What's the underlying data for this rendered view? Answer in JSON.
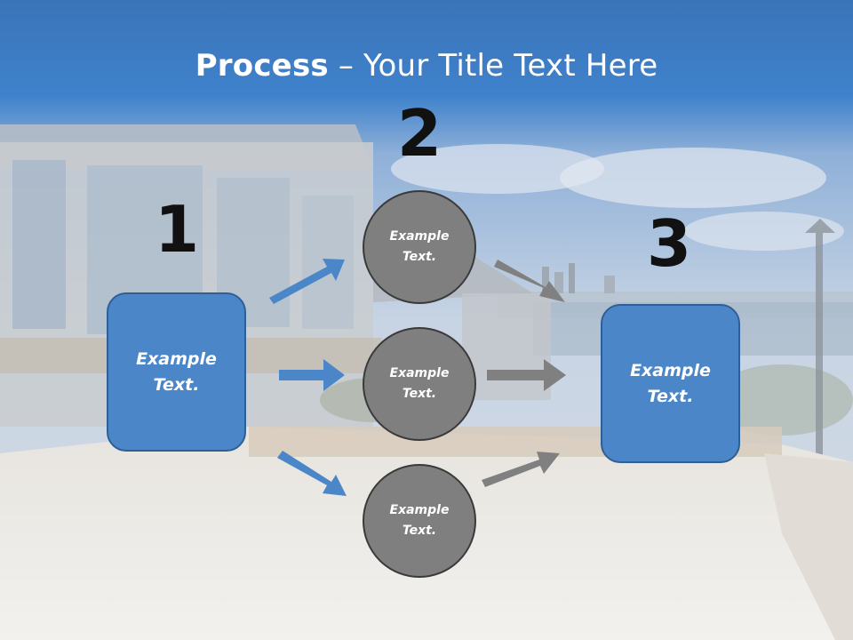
{
  "title": {
    "bold": "Process",
    "rest": " – Your Title Text Here"
  },
  "steps": [
    {
      "number": "1",
      "label": "Example\nText."
    },
    {
      "number": "2",
      "labels": [
        "Example\nText.",
        "Example\nText.",
        "Example\nText."
      ]
    },
    {
      "number": "3",
      "label": "Example\nText."
    }
  ],
  "colors": {
    "header_blue": "#3a78be",
    "box_blue": "#4a86c8",
    "circle_gray": "#7f7f7f",
    "arrow_blue": "#4a86c8",
    "arrow_gray": "#808080"
  }
}
